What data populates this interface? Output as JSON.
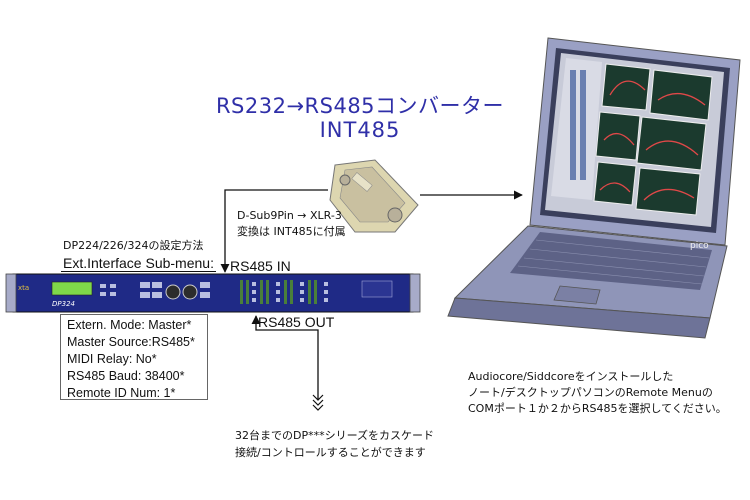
{
  "title": {
    "line1": "RS232→RS485コンバーター",
    "line2": "INT485"
  },
  "converter_note": {
    "line1": "D-Sub9Pin → XLR-3",
    "line2": "変換は INT485に付属"
  },
  "device_setup": {
    "heading": "DP224/226/324の設定方法",
    "submenu_title": "Ext.Interface Sub-menu:",
    "settings": [
      "Extern. Mode: Master*",
      "Master Source:RS485*",
      "MIDI Relay: No*",
      "RS485 Baud: 38400*",
      "Remote ID Num: 1*"
    ]
  },
  "ports": {
    "in_label": "RS485 IN",
    "out_label": "RS485 OUT"
  },
  "cascade_note": {
    "line1": "32台までのDP***シリーズをカスケード",
    "line2": "接続/コントロールすることができます"
  },
  "laptop_note": {
    "line1": "Audiocore/Siddcoreをインストールした",
    "line2": "ノート/デスクトップパソコンのRemote Menuの",
    "line3": "COMポート１か２からRS485を選択してください。"
  },
  "device_text": {
    "brand": "xta",
    "model": "DP324"
  },
  "laptop_brand": "pico",
  "colors": {
    "title": "#2f2fa8",
    "rack_body": "#1f2a86",
    "lcd": "#7fd84a",
    "laptop_body": "#8f95b8",
    "screen_window": "#1b3a2e"
  }
}
